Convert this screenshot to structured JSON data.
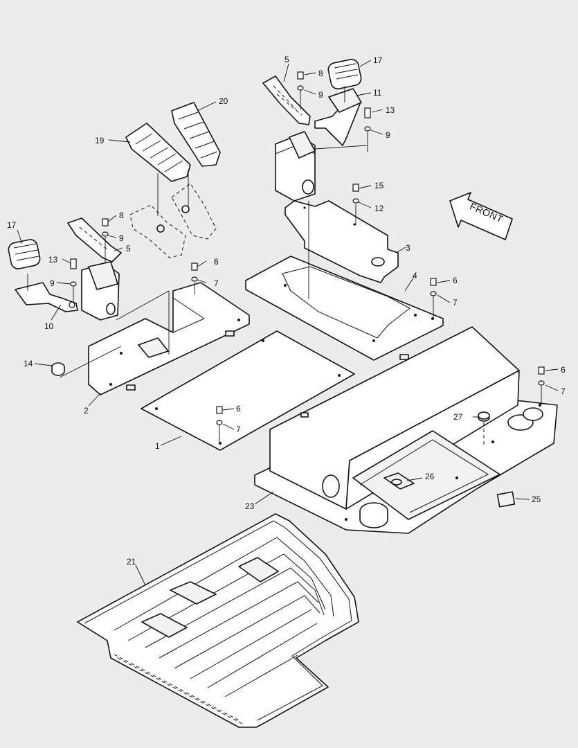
{
  "diagram": {
    "front_label": "FRONT",
    "callouts": {
      "c1": "1",
      "c2": "2",
      "c3": "3",
      "c4": "4",
      "c5a": "5",
      "c5b": "5",
      "c6a": "6",
      "c6b": "6",
      "c6c": "6",
      "c6d": "6",
      "c7a": "7",
      "c7b": "7",
      "c7c": "7",
      "c7d": "7",
      "c8a": "8",
      "c8b": "8",
      "c9a": "9",
      "c9b": "9",
      "c9c": "9",
      "c9d": "9",
      "c10": "10",
      "c11": "11",
      "c12": "12",
      "c13a": "13",
      "c13b": "13",
      "c14": "14",
      "c15": "15",
      "c17a": "17",
      "c17b": "17",
      "c19": "19",
      "c20": "20",
      "c21": "21",
      "c23": "23",
      "c25": "25",
      "c26": "26",
      "c27": "27"
    }
  }
}
